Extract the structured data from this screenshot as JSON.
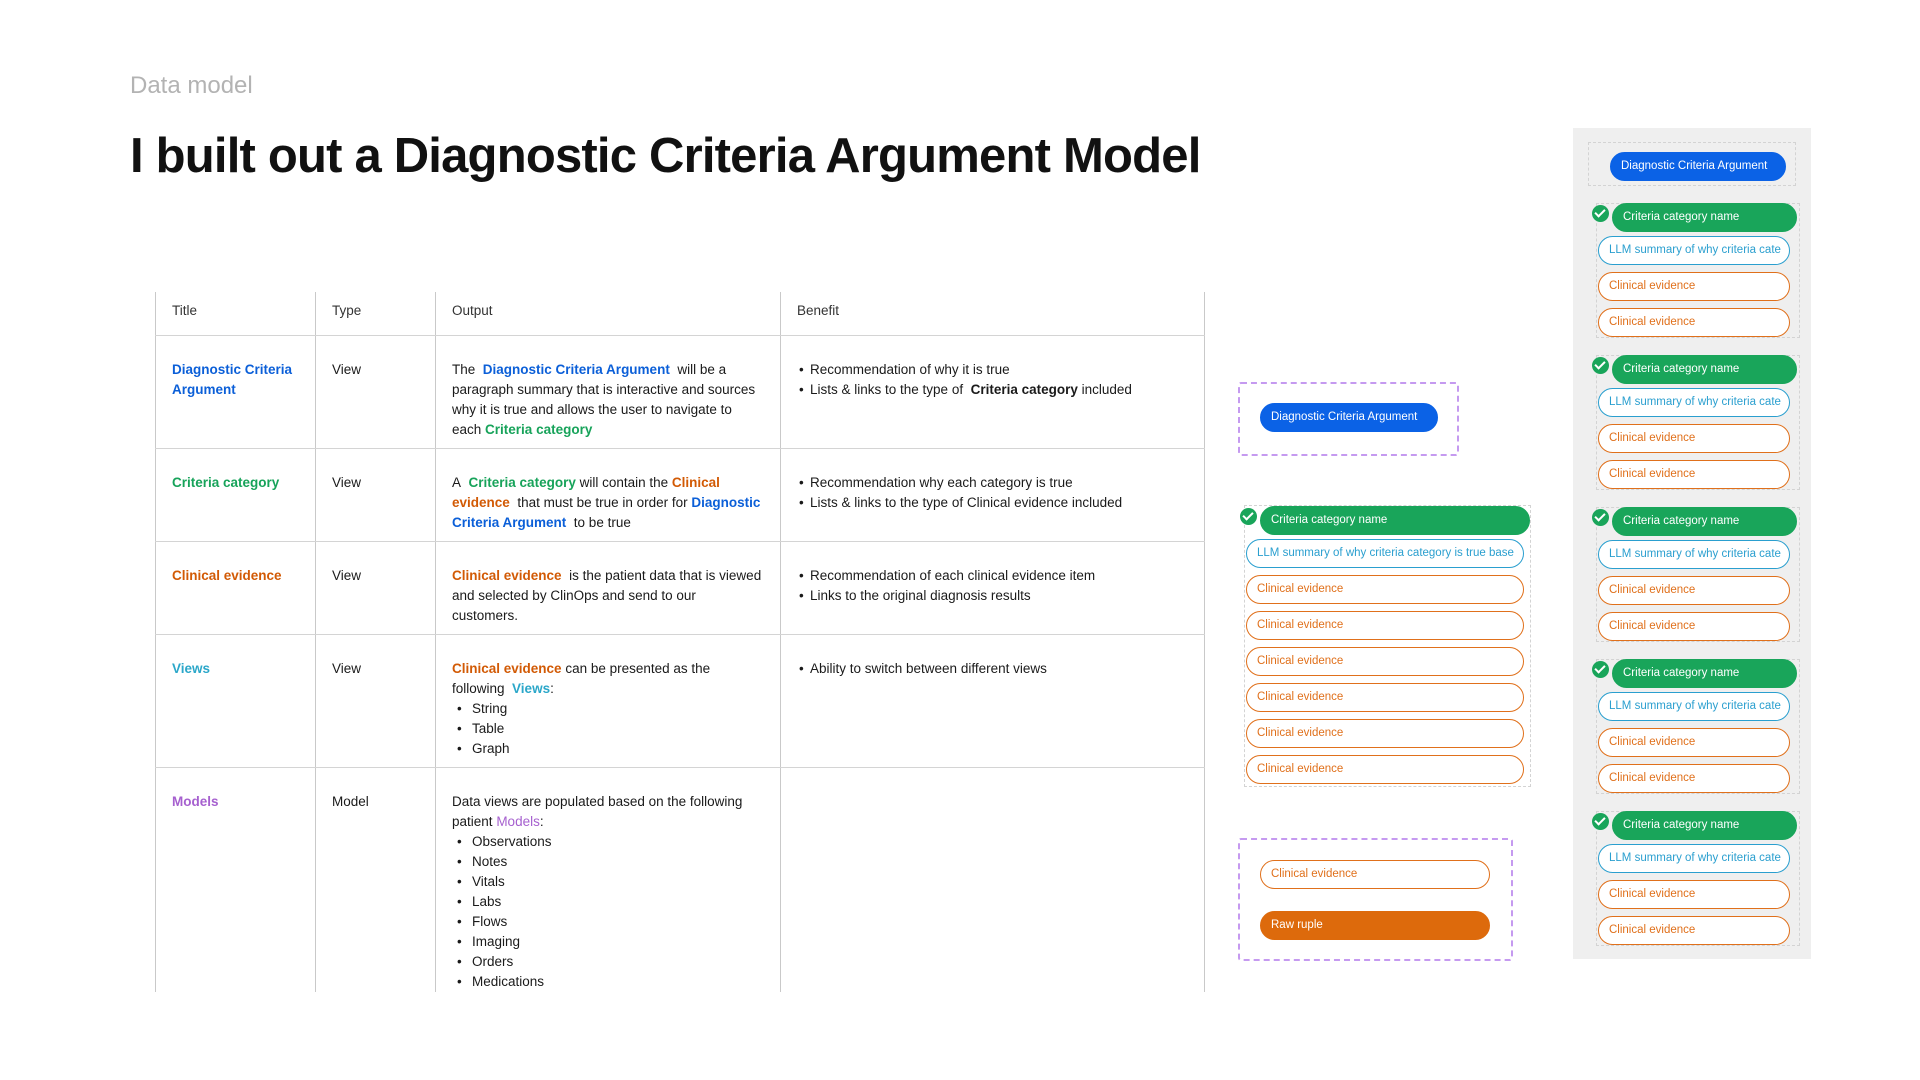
{
  "eyebrow": "Data model",
  "headline": "I built out a Diagnostic Criteria Argument Model",
  "table": {
    "headers": [
      "Title",
      "Type",
      "Output",
      "Benefit"
    ],
    "rows": [
      {
        "title": "Diagnostic Criteria Argument",
        "type": "View",
        "output": {
          "p1": "The",
          "k1": "Diagnostic Criteria Argument",
          "p2": "will be a paragraph summary that is interactive and sources why it is true and allows the user to navigate to each",
          "k2": "Criteria category"
        },
        "benefits": {
          "b1": "Recommendation of why it is true",
          "b2_pre": "Lists & links to the type of",
          "b2_key": "Criteria category",
          "b2_post": "included"
        }
      },
      {
        "title": "Criteria category",
        "type": "View",
        "output": {
          "p1": "A",
          "k1": "Criteria category",
          "p2": "will contain the",
          "k2": "Clinical evidence",
          "p3": "that must be true in order for",
          "k3": "Diagnostic Criteria Argument",
          "p4": "to be true"
        },
        "benefits": [
          "Recommendation why each category is true",
          "Lists & links to the type of Clinical evidence included"
        ]
      },
      {
        "title": "Clinical evidence",
        "type": "View",
        "output": {
          "k1": "Clinical evidence",
          "p1": "is the patient data that is viewed and selected by ClinOps and send to our customers."
        },
        "benefits": [
          "Recommendation of each clinical evidence item",
          "Links to the original diagnosis results"
        ]
      },
      {
        "title": "Views",
        "type": "View",
        "output": {
          "k1": "Clinical evidence",
          "p1": "can be presented as the following",
          "k2": "Views",
          "p2": ":",
          "items": [
            "String",
            "Table",
            "Graph"
          ]
        },
        "benefits": [
          "Ability to switch between different views"
        ]
      },
      {
        "title": "Models",
        "type": "Model",
        "output": {
          "p1": "Data views are populated based on the following patient",
          "k1": "Models",
          "p2": ":",
          "items": [
            "Observations",
            "Notes",
            "Vitals",
            "Labs",
            "Flows",
            "Imaging",
            "Orders",
            "Medications"
          ]
        },
        "benefits": []
      }
    ]
  },
  "diagram": {
    "argument": "Diagnostic Criteria Argument",
    "category": "Criteria category name",
    "llm_full": "LLM summary of why criteria category is true base",
    "llm_short": "LLM summary of why criteria cate",
    "evidence": "Clinical evidence",
    "raw": "Raw ruple"
  },
  "colors": {
    "blue": "#0b5fd8",
    "green": "#17a35a",
    "orange": "#d25a05",
    "teal": "#2ba7c9",
    "purple": "#a660cf"
  }
}
